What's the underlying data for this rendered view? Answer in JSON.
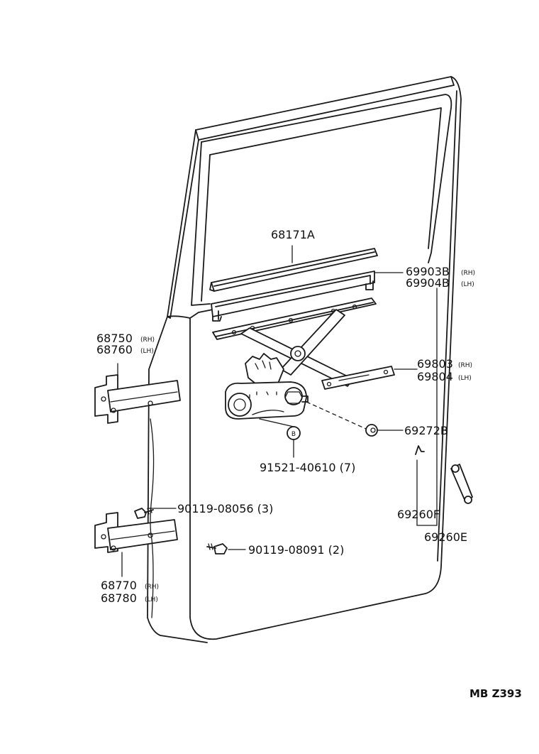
{
  "labels": {
    "p68171a": "68171A",
    "p69903b": "69903B",
    "p69903b_tag": "(RH)",
    "p69904b": "69904B",
    "p69904b_tag": "(LH)",
    "p68750": "68750",
    "p68750_tag": "(RH)",
    "p68760": "68760",
    "p68760_tag": "(LH)",
    "p69803": "69803",
    "p69803_tag": "(RH)",
    "p69804": "69804",
    "p69804_tag": "(LH)",
    "p69272b": "69272B",
    "callout_b": "B",
    "p91521": "91521-40610 (7)",
    "p90119_08056": "90119-08056 (3)",
    "p90119_08091": "90119-08091 (2)",
    "p69260f": "69260F",
    "p69260e": "69260E",
    "p68770": "68770",
    "p68770_tag": "(RH)",
    "p68780": "68780",
    "p68780_tag": "(LH)",
    "figure_code": "MB  Z393"
  }
}
